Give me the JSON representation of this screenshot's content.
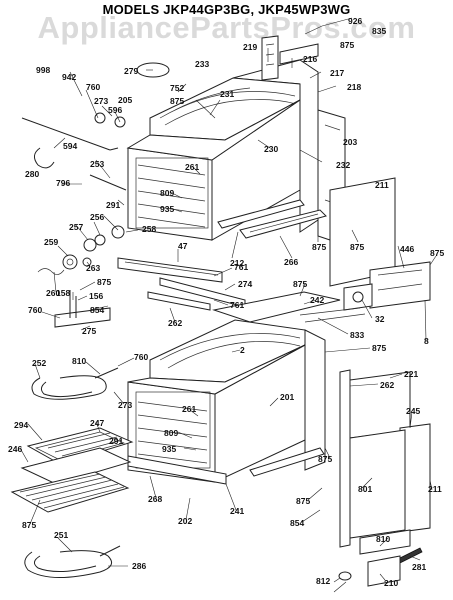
{
  "title": "MODELS JKP44GP3BG, JKP45WP3WG",
  "watermark": "AppliancePartsPros.com",
  "callouts": [
    {
      "id": "c926",
      "text": "926"
    },
    {
      "id": "c835t",
      "text": "835"
    },
    {
      "id": "c875a",
      "text": "875"
    },
    {
      "id": "c219",
      "text": "219"
    },
    {
      "id": "c216",
      "text": "216"
    },
    {
      "id": "c217",
      "text": "217"
    },
    {
      "id": "c218",
      "text": "218"
    },
    {
      "id": "c998",
      "text": "998"
    },
    {
      "id": "c942",
      "text": "942"
    },
    {
      "id": "c279",
      "text": "279"
    },
    {
      "id": "c233",
      "text": "233"
    },
    {
      "id": "c752",
      "text": "752"
    },
    {
      "id": "c760a",
      "text": "760"
    },
    {
      "id": "c205",
      "text": "205"
    },
    {
      "id": "c273a",
      "text": "273"
    },
    {
      "id": "c231",
      "text": "231"
    },
    {
      "id": "c875b",
      "text": "875"
    },
    {
      "id": "c596",
      "text": "596"
    },
    {
      "id": "c203",
      "text": "203"
    },
    {
      "id": "c594",
      "text": "594"
    },
    {
      "id": "c230",
      "text": "230"
    },
    {
      "id": "c232",
      "text": "232"
    },
    {
      "id": "c253",
      "text": "253"
    },
    {
      "id": "c261a",
      "text": "261"
    },
    {
      "id": "c280",
      "text": "280"
    },
    {
      "id": "c796",
      "text": "796"
    },
    {
      "id": "c809a",
      "text": "809"
    },
    {
      "id": "c211a",
      "text": "211"
    },
    {
      "id": "c291a",
      "text": "291"
    },
    {
      "id": "c935a",
      "text": "935"
    },
    {
      "id": "c256",
      "text": "256"
    },
    {
      "id": "c257",
      "text": "257"
    },
    {
      "id": "c258",
      "text": "258"
    },
    {
      "id": "c212",
      "text": "212"
    },
    {
      "id": "c875c",
      "text": "875"
    },
    {
      "id": "c875d",
      "text": "875"
    },
    {
      "id": "c446",
      "text": "446"
    },
    {
      "id": "c875e",
      "text": "875"
    },
    {
      "id": "c259",
      "text": "259"
    },
    {
      "id": "c47",
      "text": "47"
    },
    {
      "id": "c266",
      "text": "266"
    },
    {
      "id": "c263",
      "text": "263"
    },
    {
      "id": "c761a",
      "text": "761"
    },
    {
      "id": "c260",
      "text": "260"
    },
    {
      "id": "c875f",
      "text": "875"
    },
    {
      "id": "c274",
      "text": "274"
    },
    {
      "id": "c158",
      "text": "158"
    },
    {
      "id": "c156",
      "text": "156"
    },
    {
      "id": "c875g",
      "text": "875"
    },
    {
      "id": "c761b",
      "text": "761"
    },
    {
      "id": "c242",
      "text": "242"
    },
    {
      "id": "c760b",
      "text": "760"
    },
    {
      "id": "c854a",
      "text": "854"
    },
    {
      "id": "c262a",
      "text": "262"
    },
    {
      "id": "c32",
      "text": "32"
    },
    {
      "id": "c275",
      "text": "275"
    },
    {
      "id": "c833",
      "text": "833"
    },
    {
      "id": "c8",
      "text": "8"
    },
    {
      "id": "c2",
      "text": "2"
    },
    {
      "id": "c875h",
      "text": "875"
    },
    {
      "id": "c252",
      "text": "252"
    },
    {
      "id": "c810a",
      "text": "810"
    },
    {
      "id": "c760c",
      "text": "760"
    },
    {
      "id": "c262b",
      "text": "262"
    },
    {
      "id": "c221",
      "text": "221"
    },
    {
      "id": "c273b",
      "text": "273"
    },
    {
      "id": "c201",
      "text": "201"
    },
    {
      "id": "c261b",
      "text": "261"
    },
    {
      "id": "c245",
      "text": "245"
    },
    {
      "id": "c294",
      "text": "294"
    },
    {
      "id": "c247",
      "text": "247"
    },
    {
      "id": "c291b",
      "text": "291"
    },
    {
      "id": "c809b",
      "text": "809"
    },
    {
      "id": "c246",
      "text": "246"
    },
    {
      "id": "c935b",
      "text": "935"
    },
    {
      "id": "c875i",
      "text": "875"
    },
    {
      "id": "c801",
      "text": "801"
    },
    {
      "id": "c268",
      "text": "268"
    },
    {
      "id": "c875j",
      "text": "875"
    },
    {
      "id": "c211b",
      "text": "211"
    },
    {
      "id": "c854b",
      "text": "854"
    },
    {
      "id": "c202",
      "text": "202"
    },
    {
      "id": "c241",
      "text": "241"
    },
    {
      "id": "c875k",
      "text": "875"
    },
    {
      "id": "c810b",
      "text": "810"
    },
    {
      "id": "c251",
      "text": "251"
    },
    {
      "id": "c286",
      "text": "286"
    },
    {
      "id": "c281",
      "text": "281"
    },
    {
      "id": "c210",
      "text": "210"
    },
    {
      "id": "c812",
      "text": "812"
    }
  ]
}
